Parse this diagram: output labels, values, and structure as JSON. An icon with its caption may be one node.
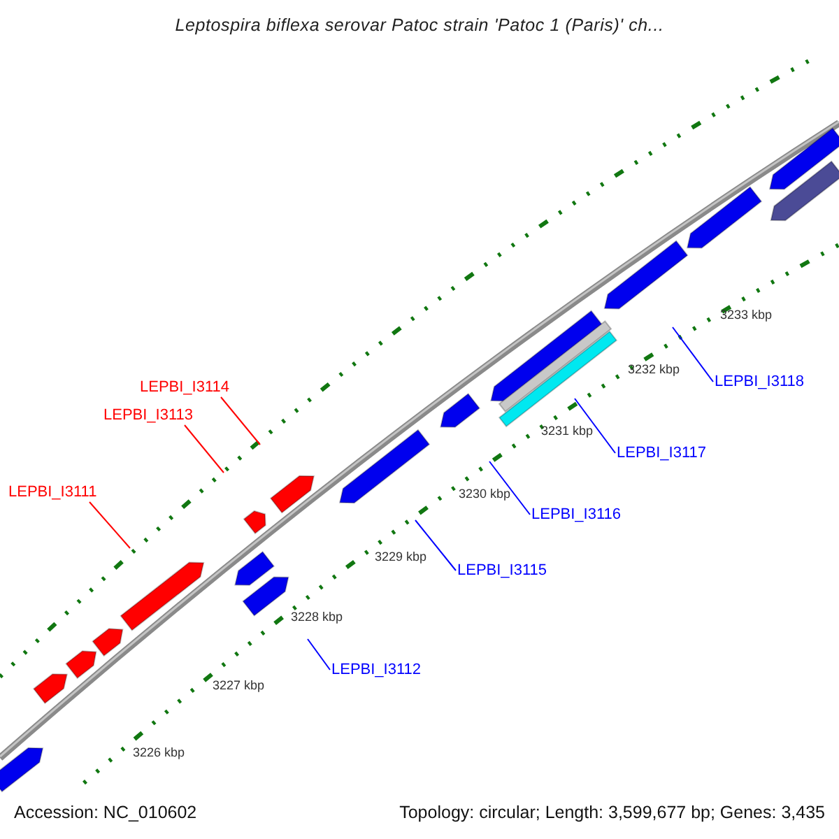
{
  "diagram": {
    "title": "Leptospira biflexa serovar Patoc strain 'Patoc 1 (Paris)' ch...",
    "nodes": [
      {
        "text": [
          "LEPBI_I3114"
        ]
      },
      {
        "text": [
          "LEPBI_I3113"
        ]
      },
      {
        "text": [
          "LEPBI_I3111"
        ]
      },
      {
        "text": [
          "LEPBI_I3118"
        ]
      },
      {
        "text": [
          "LEPBI_I3117"
        ]
      },
      {
        "text": [
          "LEPBI_I3116"
        ]
      },
      {
        "text": [
          "LEPBI_I3115"
        ]
      },
      {
        "text": [
          "LEPBI_I3112"
        ]
      }
    ],
    "edges": [
      {
        "from": 0,
        "to": null,
        "arrow": "none",
        "color": "#ff0000"
      },
      {
        "from": 1,
        "to": null,
        "arrow": "none",
        "color": "#ff0000"
      },
      {
        "from": 2,
        "to": null,
        "arrow": "none",
        "color": "#ff0000"
      },
      {
        "from": 3,
        "to": null,
        "arrow": "none"
      },
      {
        "from": 4,
        "to": null,
        "arrow": "none"
      },
      {
        "from": 5,
        "to": null,
        "arrow": "none"
      },
      {
        "from": 6,
        "to": null,
        "arrow": "none"
      },
      {
        "from": 7,
        "to": null,
        "arrow": "none"
      }
    ],
    "labels": [
      "3233 kbp",
      "3232 kbp",
      "3231 kbp",
      "3230 kbp",
      "3229 kbp",
      "3228 kbp",
      "3227 kbp",
      "3226 kbp",
      "Accession: NC_010602",
      "Topology: circular; Length: 3,599,677 bp; Genes: 3,435"
    ]
  }
}
